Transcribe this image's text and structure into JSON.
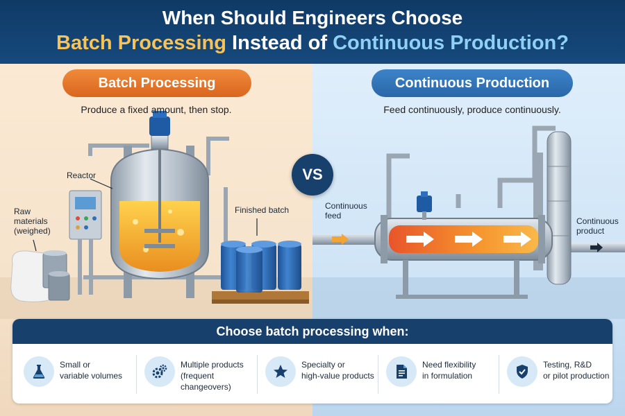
{
  "header": {
    "line1": "When Should Engineers Choose",
    "line2_batch": "Batch Processing",
    "line2_mid": " Instead of ",
    "line2_cont": "Continuous Production?"
  },
  "batch": {
    "title": "Batch Processing",
    "subtitle": "Produce a fixed amount, then stop.",
    "labels": {
      "reactor": "Reactor",
      "raw1": "Raw",
      "raw2": "materials",
      "raw3": "(weighed)",
      "finished": "Finished batch"
    }
  },
  "vs": "VS",
  "continuous": {
    "title": "Continuous Production",
    "subtitle": "Feed continuously, produce continuously.",
    "labels": {
      "feed1": "Continuous",
      "feed2": "feed",
      "product1": "Continuous",
      "product2": "product"
    }
  },
  "bottom": {
    "heading": "Choose batch processing when:",
    "items": [
      {
        "icon": "flask-icon",
        "line1": "Small or",
        "line2": "variable volumes"
      },
      {
        "icon": "gears-icon",
        "line1": "Multiple products",
        "line2": "(frequent changeovers)"
      },
      {
        "icon": "star-icon",
        "line1": "Specialty or",
        "line2": "high-value products"
      },
      {
        "icon": "document-icon",
        "line1": "Need flexibility",
        "line2": "in formulation"
      },
      {
        "icon": "shield-check-icon",
        "line1": "Testing, R&D",
        "line2": "or pilot production"
      }
    ]
  },
  "colors": {
    "navy": "#17406d",
    "batch_orange": "#e67a2e",
    "cont_blue": "#3577ba",
    "liquid": "#f3a733",
    "drum": "#2f6fb8"
  }
}
